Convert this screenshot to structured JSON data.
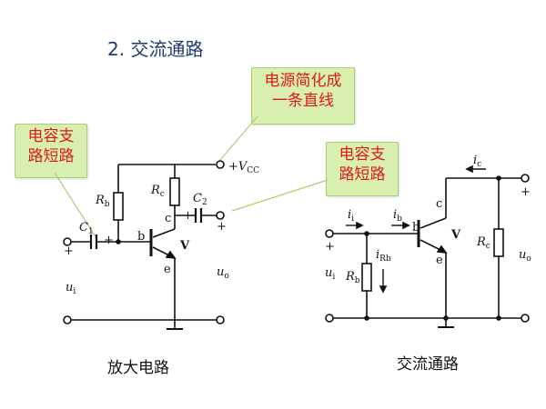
{
  "title": "2. 交流通路",
  "callouts": {
    "source": [
      "电源简化成",
      "一条直线"
    ],
    "cap_left": [
      "电容支",
      "路短路"
    ],
    "cap_right": [
      "电容支",
      "路短路"
    ]
  },
  "captions": {
    "amplifier": "放大电路",
    "ac_path": "交流通路"
  },
  "labels": {
    "vcc_plus": "+",
    "vcc_v": "V",
    "vcc_sub": "CC",
    "rb": "R",
    "rb_sub": "b",
    "rc": "R",
    "rc_sub": "c",
    "c1": "C",
    "c1_sub": "1",
    "c2": "C",
    "c2_sub": "2",
    "b": "b",
    "c": "c",
    "e": "e",
    "v": "V",
    "ui": "u",
    "ui_sub": "i",
    "uo": "u",
    "uo_sub": "o",
    "plus": "+",
    "ii": "i",
    "ii_sub": "i",
    "ib": "i",
    "ib_sub": "b",
    "ic": "i",
    "ic_sub": "c",
    "irb": "i",
    "irb_sub": "Rb",
    "rb2": "R",
    "rb2_sub": "b",
    "rc2": "R",
    "rc2_sub": "c"
  }
}
